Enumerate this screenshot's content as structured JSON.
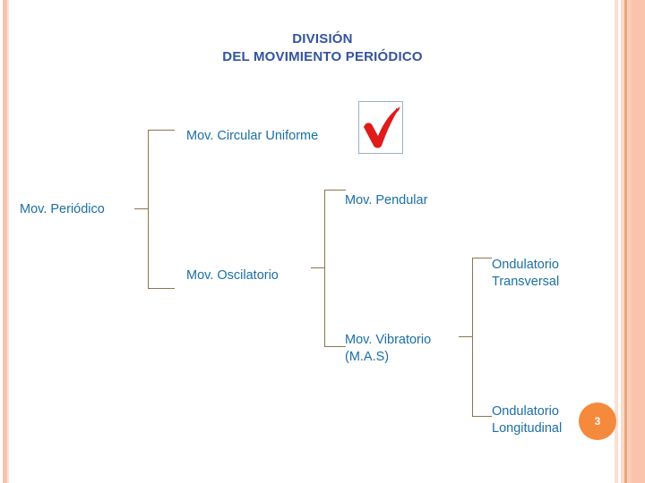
{
  "slide": {
    "title_line1": "DIVISIÓN",
    "title_line2": "DEL MOVIMIENTO PERIÓDICO",
    "page_number": "3",
    "colors": {
      "title_blue": "#33539E",
      "node_blue": "#1A6FA5",
      "bracket_brown": "#8C7451",
      "badge_orange": "#F58A3C",
      "stripe_peach": "#F9C4AB",
      "check_red": "#E01B1B"
    }
  },
  "diagram": {
    "type": "bracket-tree",
    "root": {
      "label": "Mov. Periódico"
    },
    "nodes": [
      {
        "id": "circular",
        "label": "Mov. Circular Uniforme",
        "level": 1
      },
      {
        "id": "oscilatorio",
        "label": "Mov. Oscilatorio",
        "level": 1
      },
      {
        "id": "pendular",
        "label": "Mov. Pendular",
        "level": 2
      },
      {
        "id": "vibratorio",
        "label": "Mov. Vibratorio\n(M.A.S)",
        "level": 2
      },
      {
        "id": "transversal",
        "label": "Ondulatorio\nTransversal",
        "level": 3
      },
      {
        "id": "longitudinal",
        "label": "Ondulatorio\nLongitudinal",
        "level": 3
      }
    ],
    "annotation": {
      "icon": "red-check-mark",
      "attached_to": "Mov. Circular Uniforme"
    }
  }
}
